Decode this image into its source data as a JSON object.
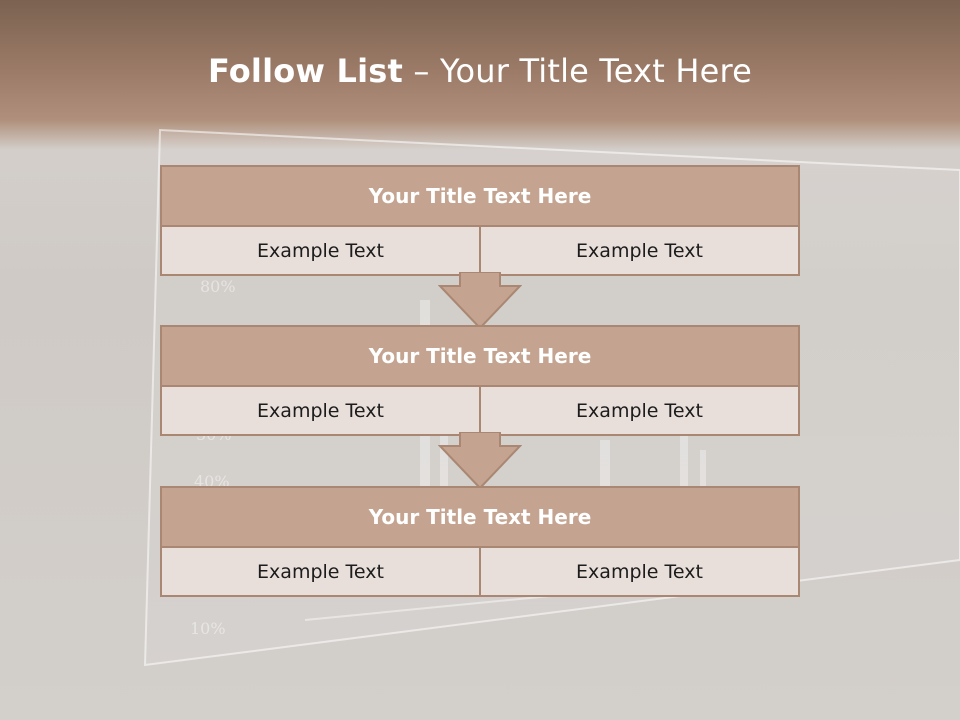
{
  "slide": {
    "title_bold": "Follow List",
    "title_rest": " – Your Title Text Here"
  },
  "blocks": [
    {
      "title": "Your Title Text Here",
      "left": "Example Text",
      "right": "Example Text"
    },
    {
      "title": "Your Title Text Here",
      "left": "Example Text",
      "right": "Example Text"
    },
    {
      "title": "Your Title Text Here",
      "left": "Example Text",
      "right": "Example Text"
    }
  ],
  "background": {
    "chart_labels": [
      "80%",
      "50%",
      "40%",
      "10%"
    ]
  },
  "colors": {
    "header": "#9a7a66",
    "block_title": "#c4a490",
    "block_border": "#a98772",
    "cell_bg": "#e8dfdb"
  }
}
